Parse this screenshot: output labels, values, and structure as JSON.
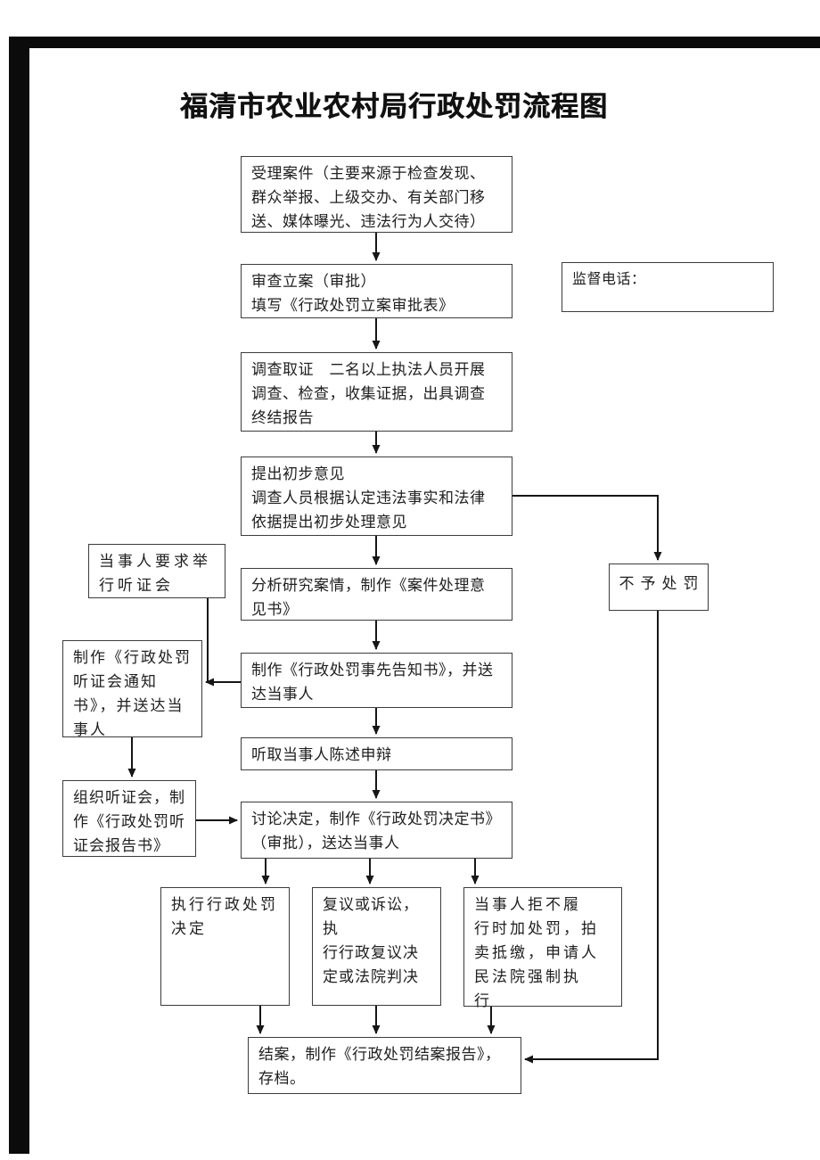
{
  "title": "福清市农业农村局行政处罚流程图",
  "flow": {
    "intake": "受理案件（主要来源于检查发现、\n群众举报、上级交办、有关部门移\n送、媒体曝光、违法行为人交待）",
    "review": "审查立案（审批）\n填写《行政处罚立案审批表》",
    "investigate": "调查取证　二名以上执法人员开展\n调查、检查，收集证据，出具调查\n终结报告",
    "preliminary": "提出初步意见\n调查人员根据认定违法事实和法律\n依据提出初步处理意见",
    "analyze": "分析研究案情，制作《案件处理意\n见书》",
    "notice": "制作《行政处罚事先告知书》，并送\n达当事人",
    "listen": "听取当事人陈述申辩",
    "decide": "讨论决定，制作《行政处罚决定书》\n（审批），送达当事人"
  },
  "side": {
    "supervision_phone": "监督电话：",
    "no_punish": "不予处罚",
    "hearing_request": "当事人要求举\n行听证会",
    "hearing_notice": "制作《行政处罚\n听证会通知\n书》，并送达当\n事人",
    "hearing_hold": "组织听证会，制\n作《行政处罚听\n证会报告书》"
  },
  "outcomes": {
    "execute": "执行行政处罚\n决定",
    "reconsider": "复议或诉讼，执\n行行政复议决\n定或法院判决",
    "refuse": "当事人拒不履\n行时加处罚，拍\n卖抵缴，申请人\n民法院强制执\n行"
  },
  "closing": "结案，制作《行政处罚结案报告》，\n存档。",
  "colors": {
    "line": "#161616",
    "border": "#3c3c3c",
    "scan_bar": "#0b0b0b",
    "text": "#1f1f1f"
  }
}
